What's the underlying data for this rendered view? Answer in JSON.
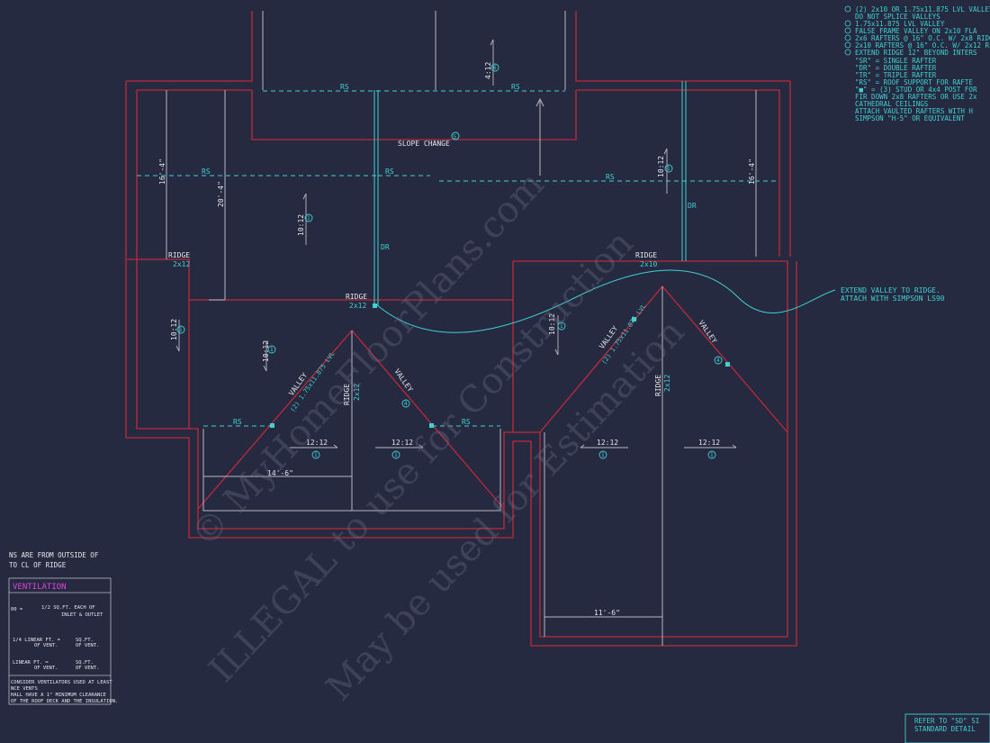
{
  "labels": {
    "rs": "RS",
    "dr": "DR",
    "ridge": "RIDGE",
    "valley": "VALLEY",
    "slope_change": "SLOPE CHANGE",
    "board_2x12": "2x12",
    "board_2x10": "2x10",
    "lvl_valley": "(2) 1.75x11.875 LVL",
    "pitch_10_12": "10:12",
    "pitch_12_12": "12:12",
    "pitch_4_12": "4:12",
    "dim_16_4": "16'-4\"",
    "dim_20_4": "20'-4\"",
    "dim_14_6": "14'-6\"",
    "dim_11_6": "11'-6\"",
    "tag_1": "1",
    "tag_4": "4",
    "tag_5": "5",
    "tag_6": "6",
    "extend_valley_1": "EXTEND VALLEY TO RIDGE.",
    "extend_valley_2": "ATTACH WITH SIMPSON LS90"
  },
  "notes": [
    "(2) 2x10 OR 1.75x11.875 LVL VALLEY",
    "DO NOT SPLICE VALLEYS",
    "1.75x11.875 LVL VALLEY",
    "FALSE FRAME VALLEY ON 2x10 FLA",
    "2x6 RAFTERS @ 16\" O.C. W/ 2x8 RIDG",
    "2x10 RAFTERS @ 16\" O.C. W/ 2x12 RID",
    "EXTEND RIDGE 12\" BEYOND INTERS",
    "\"SR\" = SINGLE RAFTER",
    "\"DR\" = DOUBLE RAFTER",
    "\"TR\" = TRIPLE RAFTER",
    "\"RS\" = ROOF SUPPORT FOR RAFTE",
    "\"■\" = (3) STUD OR 4x4 POST FOR",
    "FIR DOWN 2x8 RAFTERS OR USE 2x",
    "CATHEDRAL CEILINGS",
    "ATTACH VAULTED RAFTERS WITH H",
    "SIMPSON \"H-5\" OR EQUIVALENT"
  ],
  "left_notes": {
    "line1": "NS ARE FROM OUTSIDE OF",
    "line2": "TO CL OF RIDGE"
  },
  "ventilation": {
    "title": "VENTILATION",
    "row1_prefix": "00 =",
    "row1_frac": "1/2 SQ.FT. EACH OF",
    "row1_note": "INLET & OUTLET",
    "row2_a": "1/4 LINEAR FT. =",
    "row2_a_sub": "OF VENT.",
    "row2_b": "SQ.FT.",
    "row2_b_sub": "OF VENT.",
    "row3_a": "LINEAR FT. =",
    "row3_a_sub": "OF VENT.",
    "row3_b": "SQ.FT.",
    "row3_b_sub": "OF VENT.",
    "note1": "CONSIDER VENTILATORS USED AT LEAST",
    "note2": "NCE VENTS",
    "note3": "HALL HAVE A 1\" MINIMUM CLEARANCE",
    "note4": "OF THE ROOF DECK AND THE INSULATION."
  },
  "refer_box": {
    "line1": "REFER TO \"SD\" SI",
    "line2": "STANDARD DETAIL"
  },
  "watermark": {
    "line1": "© MyHomeFloorPlans.com",
    "line2": "ILLEGAL to use for Construction",
    "line3": "May be used for Estimation"
  },
  "colors": {
    "background": "#262a41",
    "plan_outline": "#c0283a",
    "annotation": "#3fd0d0",
    "framing_line": "#b8b8c4",
    "title_accent": "#e040e0"
  }
}
